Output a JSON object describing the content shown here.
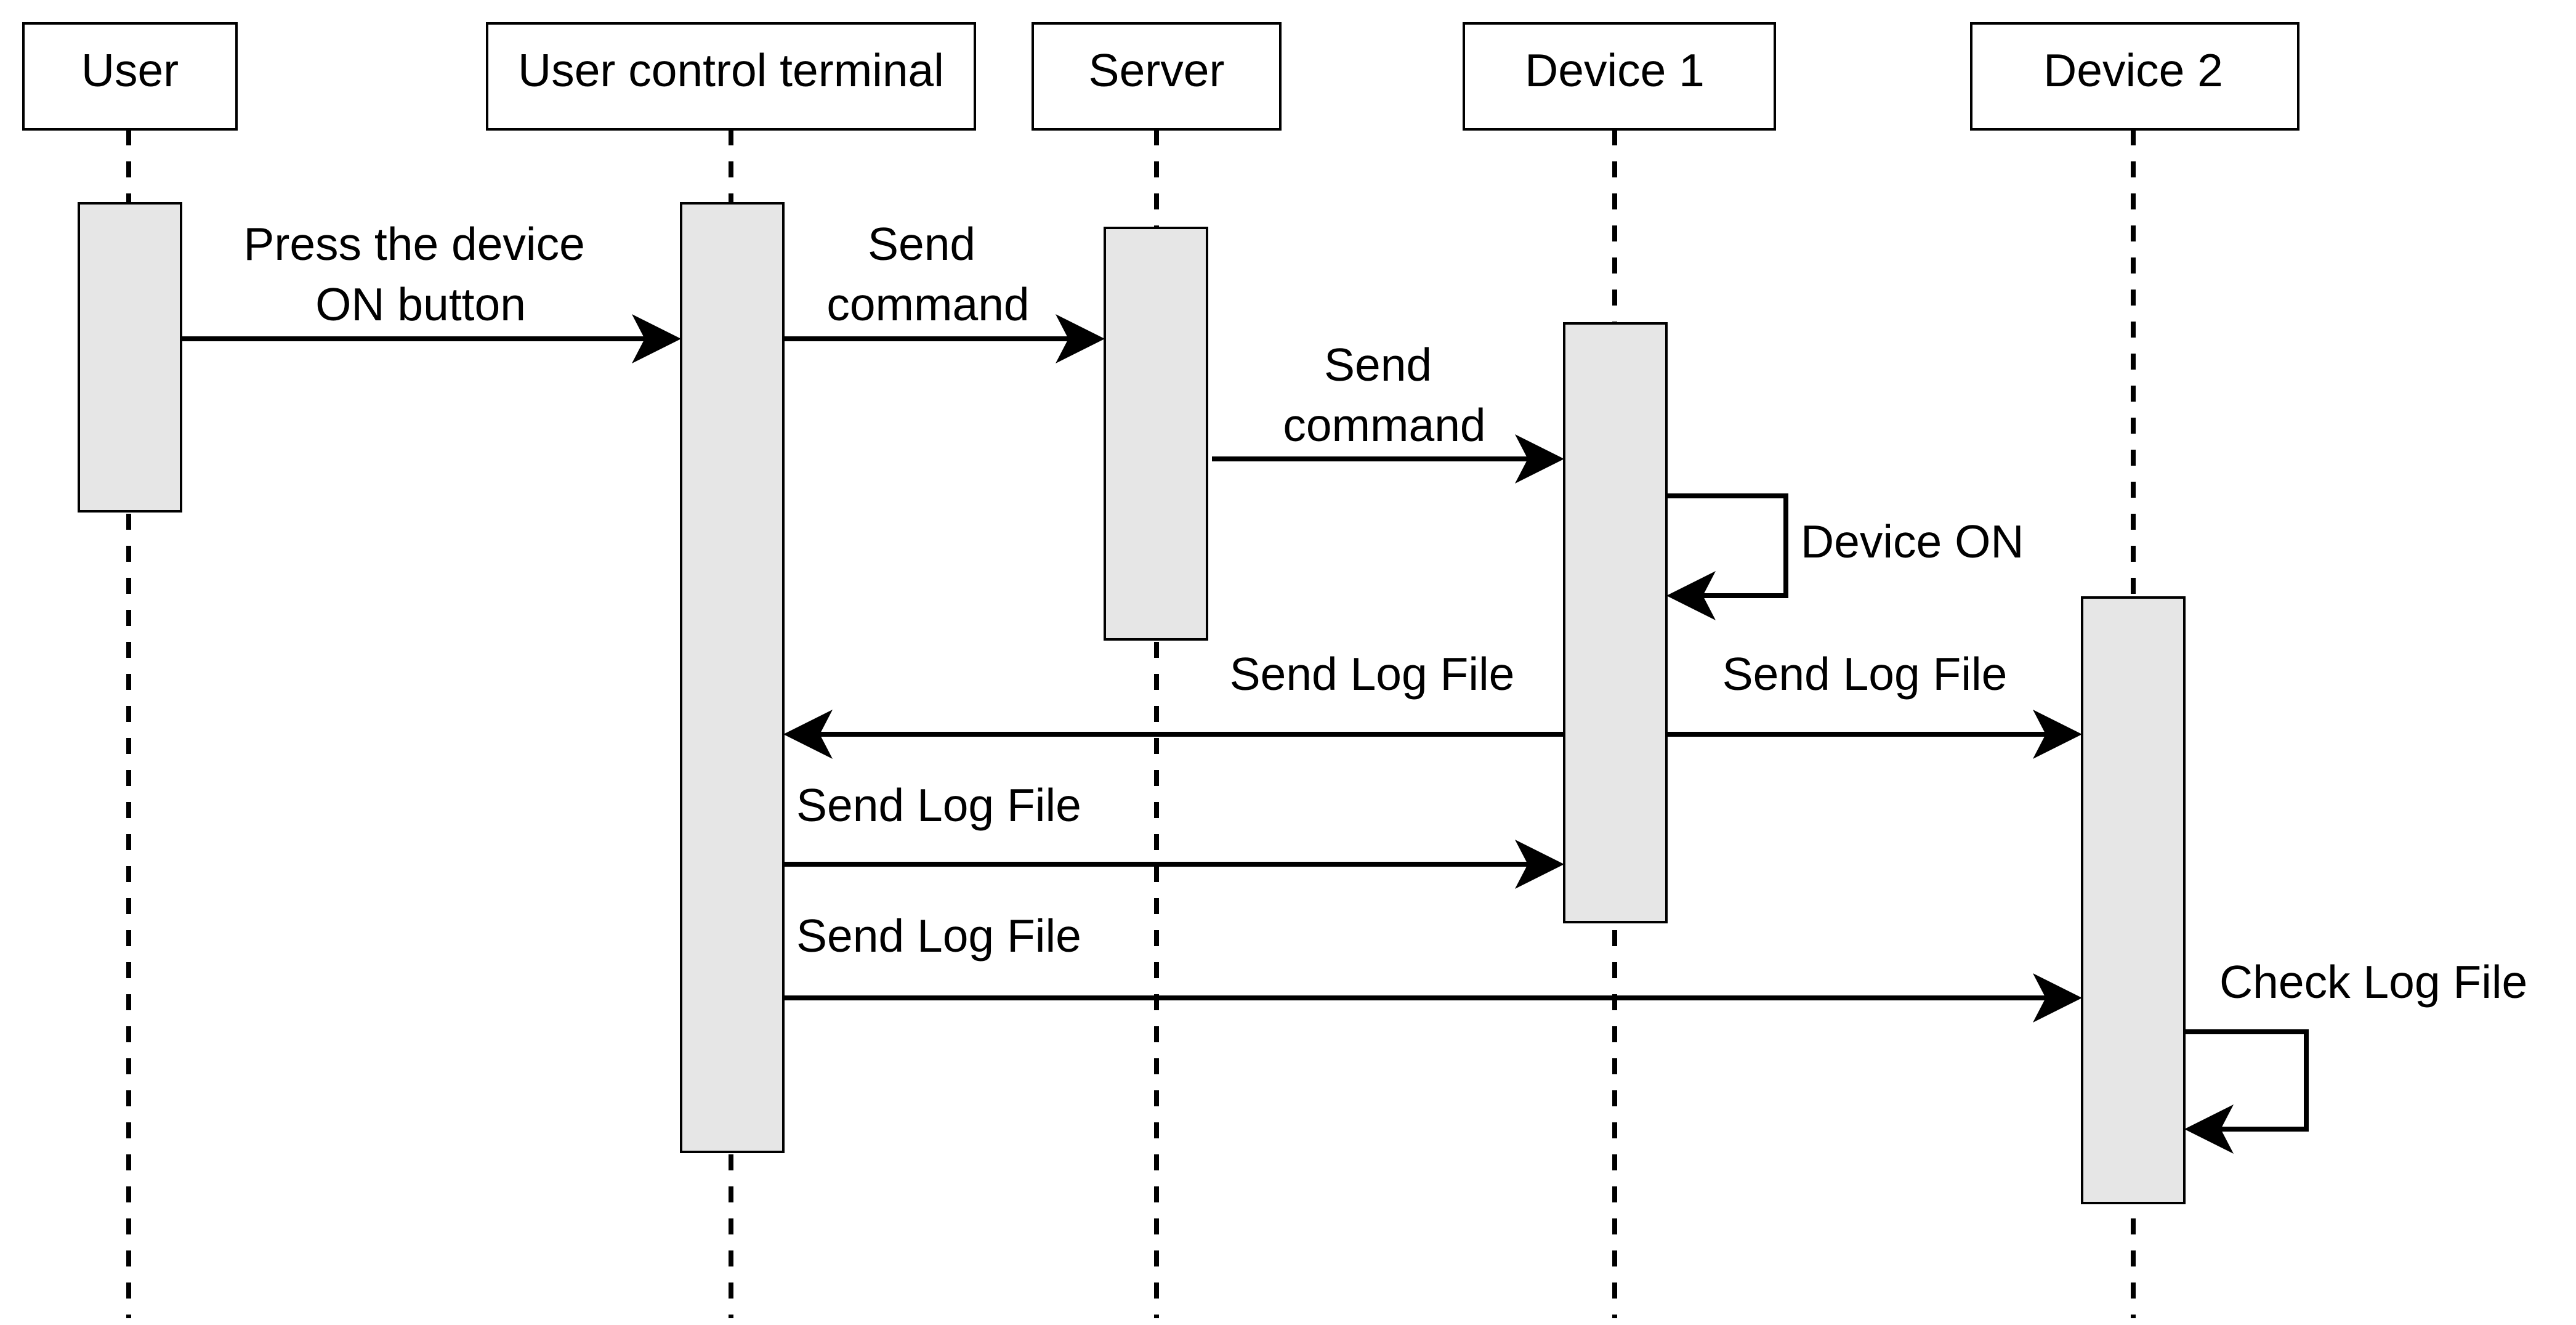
{
  "participants": [
    {
      "id": "user",
      "label": "User"
    },
    {
      "id": "terminal",
      "label": "User control terminal"
    },
    {
      "id": "server",
      "label": "Server"
    },
    {
      "id": "device1",
      "label": "Device 1"
    },
    {
      "id": "device2",
      "label": "Device 2"
    }
  ],
  "messages": [
    {
      "id": "m1",
      "from": "user",
      "to": "terminal",
      "lines": [
        "Press the device",
        "ON button"
      ]
    },
    {
      "id": "m2",
      "from": "terminal",
      "to": "server",
      "lines": [
        "Send",
        "command"
      ]
    },
    {
      "id": "m3",
      "from": "server",
      "to": "device1",
      "lines": [
        "Send",
        "command"
      ]
    },
    {
      "id": "m4",
      "from": "device1",
      "to": "device1",
      "lines": [
        "Device ON"
      ],
      "self": true
    },
    {
      "id": "m5",
      "from": "device1",
      "to": "terminal",
      "lines": [
        "Send Log File"
      ]
    },
    {
      "id": "m6",
      "from": "device1",
      "to": "device2",
      "lines": [
        "Send Log File"
      ]
    },
    {
      "id": "m7",
      "from": "terminal",
      "to": "device1",
      "lines": [
        "Send Log File"
      ]
    },
    {
      "id": "m8",
      "from": "terminal",
      "to": "device2",
      "lines": [
        "Send Log File"
      ]
    },
    {
      "id": "m9",
      "from": "device2",
      "to": "device2",
      "lines": [
        "Check Log File"
      ],
      "self": true
    }
  ],
  "colors": {
    "activation_fill": "#e6e6e6",
    "line": "#000000",
    "box_fill": "#ffffff"
  }
}
